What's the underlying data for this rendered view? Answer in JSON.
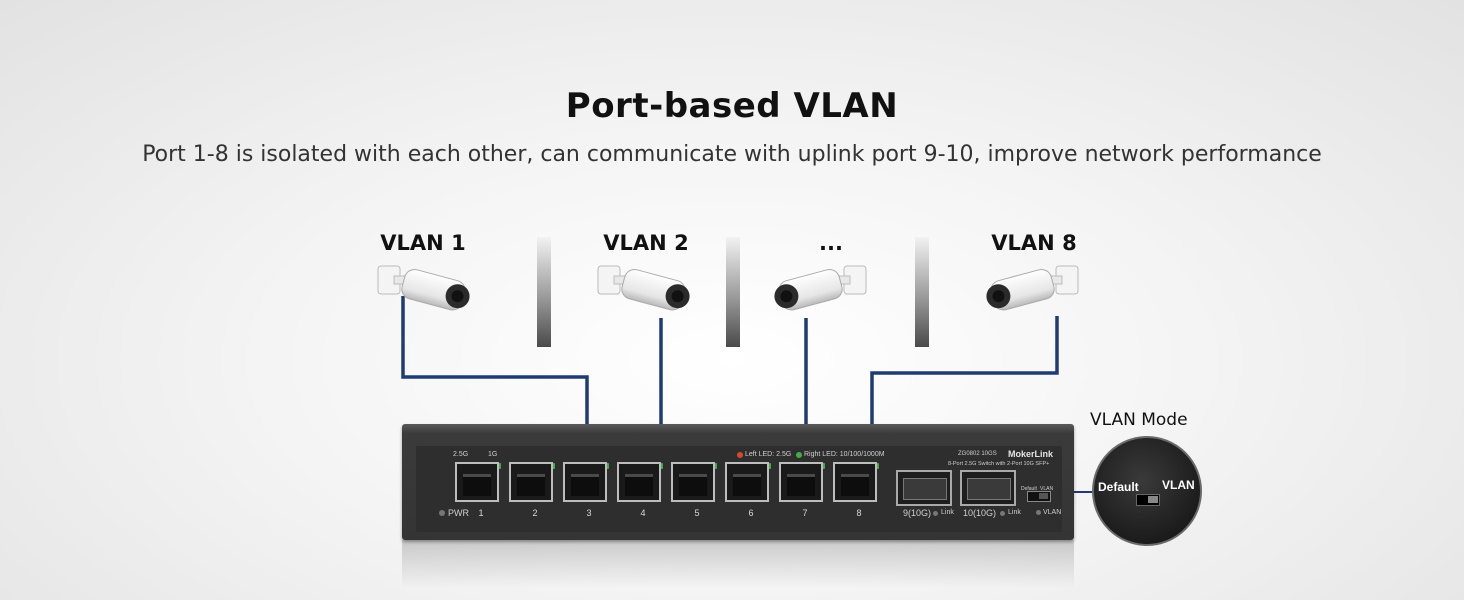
{
  "header": {
    "title": "Port-based VLAN",
    "subtitle": "Port 1-8 is isolated with each other, can communicate with uplink port 9-10, improve network performance"
  },
  "vlans": [
    {
      "label": "VLAN 1"
    },
    {
      "label": "VLAN 2"
    },
    {
      "label": "..."
    },
    {
      "label": "VLAN 8"
    }
  ],
  "switch": {
    "speed_2g5": "2.5G",
    "speed_1g": "1G",
    "left_led": "Left LED: 2.5G",
    "right_led": "Right LED: 10/100/1000M",
    "model": "ZG0802 10GS",
    "brand": "MokerLink",
    "description": "8-Port 2.5G Switch with 2-Port 10G SFP+",
    "pwr_label": "PWR",
    "ports": [
      "1",
      "2",
      "3",
      "4",
      "5",
      "6",
      "7",
      "8"
    ],
    "sfp_ports": [
      {
        "label": "9(10G)",
        "link": "Link"
      },
      {
        "label": "10(10G)",
        "link": "Link"
      }
    ],
    "dip_default": "Default",
    "dip_vlan": "VLAN",
    "vlan_led": "VLAN"
  },
  "vlan_mode": {
    "title": "VLAN Mode",
    "default_label": "Default",
    "vlan_label": "VLAN"
  },
  "colors": {
    "cable": "#1f3b73",
    "led_yellow": "#d9c23a",
    "led_green": "#3fae49",
    "led_red": "#d9482b"
  }
}
